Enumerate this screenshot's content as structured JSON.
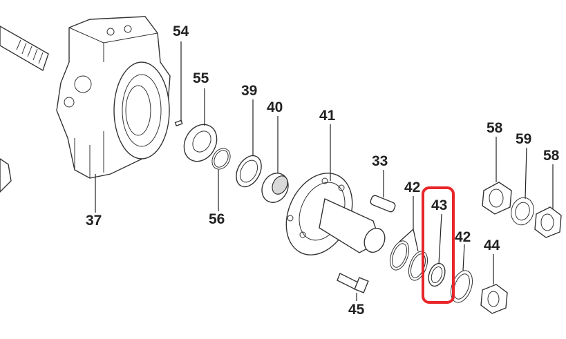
{
  "diagram": {
    "labels": [
      {
        "key": "p54",
        "text": "54"
      },
      {
        "key": "p55",
        "text": "55"
      },
      {
        "key": "p39",
        "text": "39"
      },
      {
        "key": "p40",
        "text": "40"
      },
      {
        "key": "p41",
        "text": "41"
      },
      {
        "key": "p33",
        "text": "33"
      },
      {
        "key": "p42a",
        "text": "42"
      },
      {
        "key": "p43",
        "text": "43"
      },
      {
        "key": "p42b",
        "text": "42"
      },
      {
        "key": "p44",
        "text": "44"
      },
      {
        "key": "p45",
        "text": "45"
      },
      {
        "key": "p56",
        "text": "56"
      },
      {
        "key": "p37",
        "text": "37"
      },
      {
        "key": "p58a",
        "text": "58"
      },
      {
        "key": "p59",
        "text": "59"
      },
      {
        "key": "p58b",
        "text": "58"
      }
    ],
    "highlight": {
      "part": "43",
      "color": "#e8262a"
    },
    "line_color": "#333333"
  }
}
